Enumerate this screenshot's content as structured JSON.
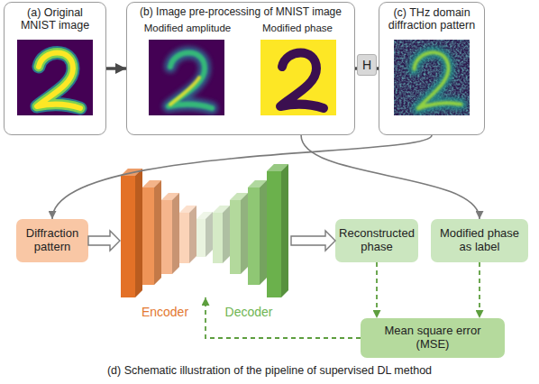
{
  "diagram": {
    "caption": "(d) Schematic illustration of the pipeline of supervised DL method",
    "nodes": [
      {
        "text": [
          "(a) Original MNIST image"
        ]
      },
      {
        "text": [
          "(b) Image pre-processing of MNIST image",
          "Modified amplitude",
          "Modified phase"
        ]
      },
      {
        "text": [
          "(c) THz domain diffraction pattern"
        ]
      },
      {
        "text": [
          "Diffraction pattern"
        ]
      },
      {
        "text": [
          "Encoder",
          "Decoder"
        ]
      },
      {
        "text": [
          "Reconstructed phase"
        ]
      },
      {
        "text": [
          "Modified phase as label"
        ]
      },
      {
        "text": [
          "Mean square error (MSE)"
        ]
      }
    ],
    "edges": [
      {
        "from": 0,
        "to": 1,
        "arrow": "to"
      },
      {
        "from": 1,
        "to": 2,
        "label": "H",
        "arrow": "to"
      },
      {
        "from": 2,
        "to": 3,
        "arrow": "to"
      },
      {
        "from": 1,
        "to": 6,
        "arrow": "to"
      },
      {
        "from": 3,
        "to": 4,
        "arrow": "to"
      },
      {
        "from": 4,
        "to": 5,
        "arrow": "to"
      },
      {
        "from": 5,
        "to": 7,
        "arrow": "to"
      },
      {
        "from": 6,
        "to": 7,
        "arrow": "to"
      },
      {
        "from": 7,
        "to": 4,
        "arrow": "to"
      }
    ]
  }
}
